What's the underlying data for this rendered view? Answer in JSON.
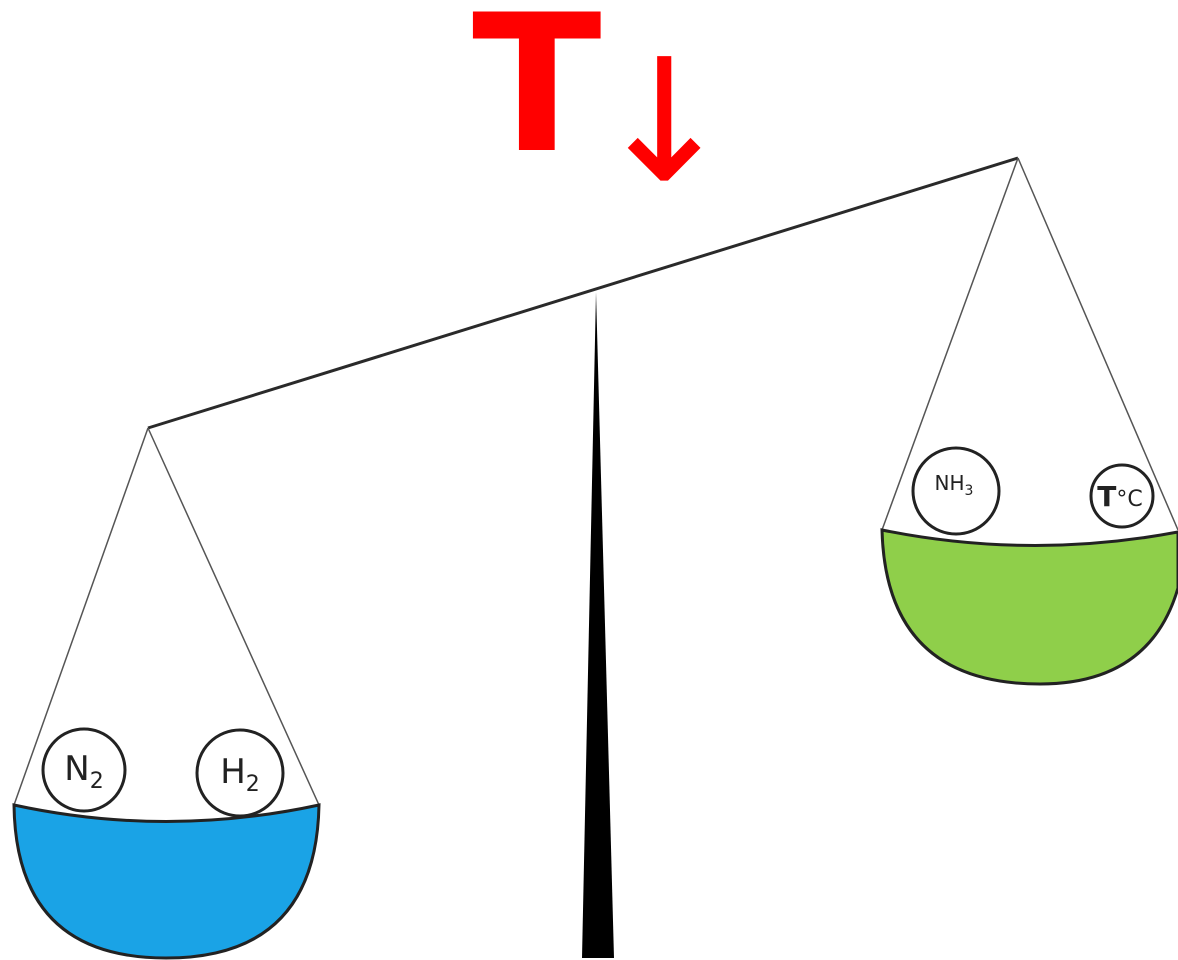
{
  "heading": {
    "letter": "T",
    "arrow": "↓",
    "color": "#ff0000"
  },
  "left_pan": {
    "color": "#1aa3e6",
    "items": [
      {
        "symbol": "N",
        "subscript": "2"
      },
      {
        "symbol": "H",
        "subscript": "2"
      }
    ]
  },
  "right_pan": {
    "color": "#8fcf4a",
    "items": [
      {
        "symbol": "NH",
        "subscript": "3"
      },
      {
        "symbol": "T",
        "suffix": "°C"
      }
    ]
  },
  "colors": {
    "beam": "#2a2a2a",
    "strings": "#555555",
    "stand": "#000000"
  }
}
